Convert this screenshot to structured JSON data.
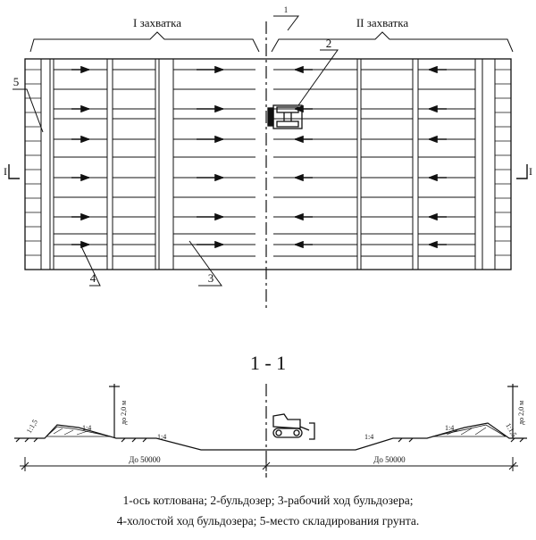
{
  "stage_labels": [
    "I захватка",
    "II захватка"
  ],
  "callouts": [
    "1",
    "2",
    "3",
    "4",
    "5"
  ],
  "section_mark": "I",
  "section_title": "1 - 1",
  "height_label": "до 2,0 м",
  "slopes": {
    "left_outer": "1:1,5",
    "left_inner": "1:4",
    "left_cut": "1:4",
    "right_cut": "1:4",
    "right_inner": "1:4",
    "right_outer": "1:1,5"
  },
  "dimension_label": "До 50000",
  "legend": {
    "line1": "1-ось котлована; 2-бульдозер; 3-рабочий ход бульдозера;",
    "line2": "4-холостой ход бульдозера; 5-место складирования грунта."
  }
}
